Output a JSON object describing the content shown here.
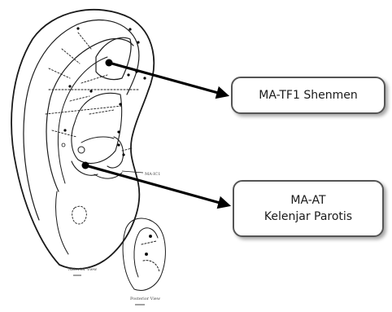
{
  "diagram": {
    "callouts": [
      {
        "lines": [
          "MA-TF1 Shenmen"
        ]
      },
      {
        "lines": [
          "MA-AT",
          "Kelenjar Parotis"
        ]
      }
    ],
    "ear_label": "MA-IC1",
    "views": {
      "anterior": "Anterior View",
      "posterior": "Posterior View"
    },
    "colors": {
      "ink": "#1a1a1a",
      "arrow": "#000000",
      "box_border": "#555555"
    }
  }
}
